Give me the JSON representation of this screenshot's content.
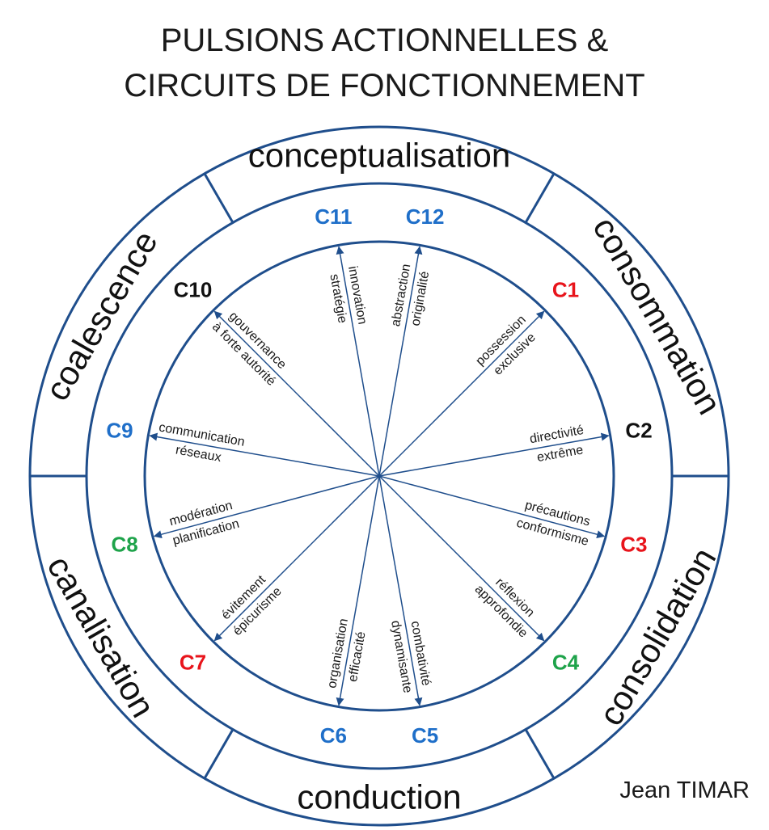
{
  "title": {
    "line1": "PULSIONS ACTIONNELLES &",
    "line2": "CIRCUITS DE FONCTIONNEMENT"
  },
  "author": "Jean TIMAR",
  "colors": {
    "ring": "#1f4e8c",
    "blue": "#1f6fc9",
    "red": "#e8141b",
    "green": "#1ea34a",
    "black": "#111111"
  },
  "sectors": [
    {
      "id": "conceptualisation",
      "label": "conceptualisation"
    },
    {
      "id": "consommation",
      "label": "consommation"
    },
    {
      "id": "consolidation",
      "label": "consolidation"
    },
    {
      "id": "conduction",
      "label": "conduction"
    },
    {
      "id": "canalisation",
      "label": "canalisation"
    },
    {
      "id": "coalescence",
      "label": "coalescence"
    }
  ],
  "circuits": [
    {
      "id": "C1",
      "color": "red",
      "line1": "possession",
      "line2": "exclusive"
    },
    {
      "id": "C2",
      "color": "black",
      "line1": "directivité",
      "line2": "extrême"
    },
    {
      "id": "C3",
      "color": "red",
      "line1": "précautions",
      "line2": "conformisme"
    },
    {
      "id": "C4",
      "color": "green",
      "line1": "réflexion",
      "line2": "approfondie"
    },
    {
      "id": "C5",
      "color": "blue",
      "line1": "combativité",
      "line2": "dynamisante"
    },
    {
      "id": "C6",
      "color": "blue",
      "line1": "organisation",
      "line2": "efficacité"
    },
    {
      "id": "C7",
      "color": "red",
      "line1": "évitement",
      "line2": "épicurisme"
    },
    {
      "id": "C8",
      "color": "green",
      "line1": "modération",
      "line2": "planification"
    },
    {
      "id": "C9",
      "color": "blue",
      "line1": "communication",
      "line2": "réseaux"
    },
    {
      "id": "C10",
      "color": "black",
      "line1": "gouvernance",
      "line2": "à forte autorité"
    },
    {
      "id": "C11",
      "color": "blue",
      "line1": "innovation",
      "line2": "stratégie"
    },
    {
      "id": "C12",
      "color": "blue",
      "line1": "abstraction",
      "line2": "originalité"
    }
  ]
}
